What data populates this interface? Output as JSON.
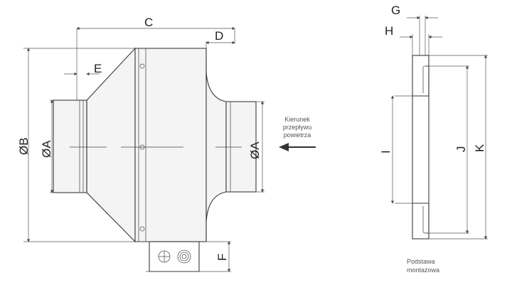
{
  "dimensions": {
    "C": "C",
    "D": "D",
    "E": "E",
    "OB": "ØB",
    "OA_left": "ØA",
    "OA_right": "ØA",
    "F": "F",
    "G": "G",
    "H": "H",
    "I": "I",
    "J": "J",
    "K": "K"
  },
  "flow_note": {
    "line1": "Kierunek",
    "line2": "przepływu",
    "line3": "powietrza"
  },
  "base_caption": {
    "line1": "Podstawa",
    "line2": "montażowa"
  }
}
